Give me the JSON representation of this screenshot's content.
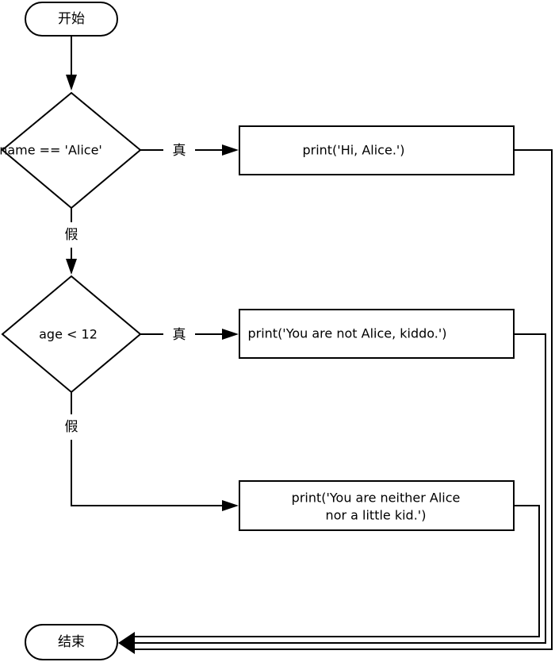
{
  "nodes": {
    "start": "开始",
    "decision_name": "name == 'Alice'",
    "decision_age": "age < 12",
    "print_hi": "print('Hi, Alice.')",
    "print_kiddo": "print('You are not Alice, kiddo.')",
    "print_neither_line1": "print('You are neither Alice",
    "print_neither_line2": "nor a little kid.')",
    "end": "结束"
  },
  "edge_labels": {
    "name_true": "真",
    "name_false": "假",
    "age_true": "真",
    "age_false": "假"
  },
  "colors": {
    "stroke": "#000000",
    "fill": "#ffffff"
  }
}
